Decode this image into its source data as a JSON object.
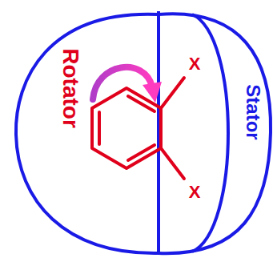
{
  "diagram": {
    "labels": [
      "Rotator",
      "Stator",
      "X",
      "X"
    ]
  }
}
